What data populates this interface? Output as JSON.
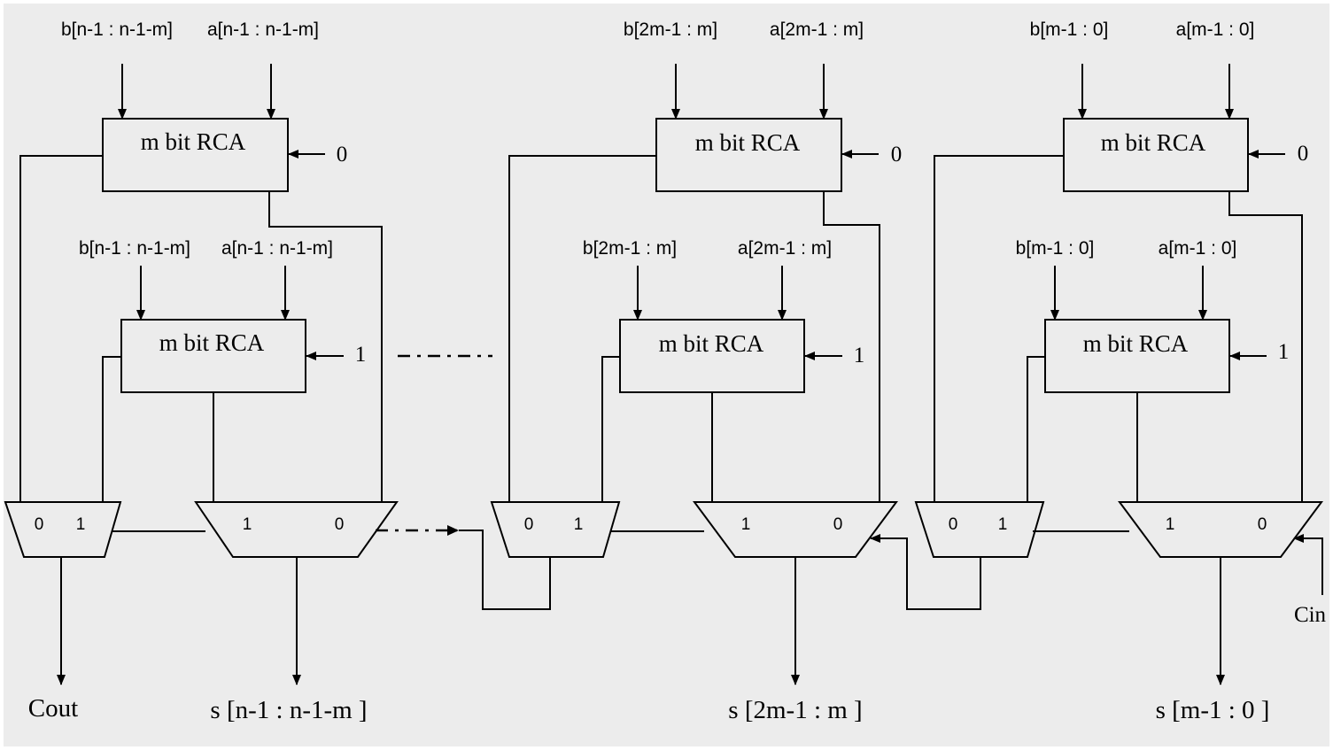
{
  "diagram": {
    "background": "#ececec",
    "blocks": [
      {
        "top": {
          "b_in": "b[n-1 : n-1-m]",
          "a_in": "a[n-1 : n-1-m]",
          "name": "m bit RCA",
          "carry_in": "0"
        },
        "bottom": {
          "b_in": "b[n-1 : n-1-m]",
          "a_in": "a[n-1 : n-1-m]",
          "name": "m bit RCA",
          "carry_in": "1"
        },
        "mux_carry": {
          "in0": "0",
          "in1": "1"
        },
        "mux_sum": {
          "in1": "1",
          "in0": "0"
        },
        "carry_out": "Cout",
        "sum_out": "s [n-1 : n-1-m ]"
      },
      {
        "top": {
          "b_in": "b[2m-1 : m]",
          "a_in": "a[2m-1 : m]",
          "name": "m bit RCA",
          "carry_in": "0"
        },
        "bottom": {
          "b_in": "b[2m-1 : m]",
          "a_in": "a[2m-1 : m]",
          "name": "m bit RCA",
          "carry_in": "1"
        },
        "mux_carry": {
          "in0": "0",
          "in1": "1"
        },
        "mux_sum": {
          "in1": "1",
          "in0": "0"
        },
        "sum_out": "s [2m-1 : m ]"
      },
      {
        "top": {
          "b_in": "b[m-1 : 0]",
          "a_in": "a[m-1 : 0]",
          "name": "m bit RCA",
          "carry_in": "0"
        },
        "bottom": {
          "b_in": "b[m-1 : 0]",
          "a_in": "a[m-1 : 0]",
          "name": "m bit RCA",
          "carry_in": "1"
        },
        "mux_carry": {
          "in0": "0",
          "in1": "1"
        },
        "mux_sum": {
          "in1": "1",
          "in0": "0"
        },
        "carry_in_label": "Cin",
        "sum_out": "s [m-1 : 0 ]"
      }
    ]
  }
}
